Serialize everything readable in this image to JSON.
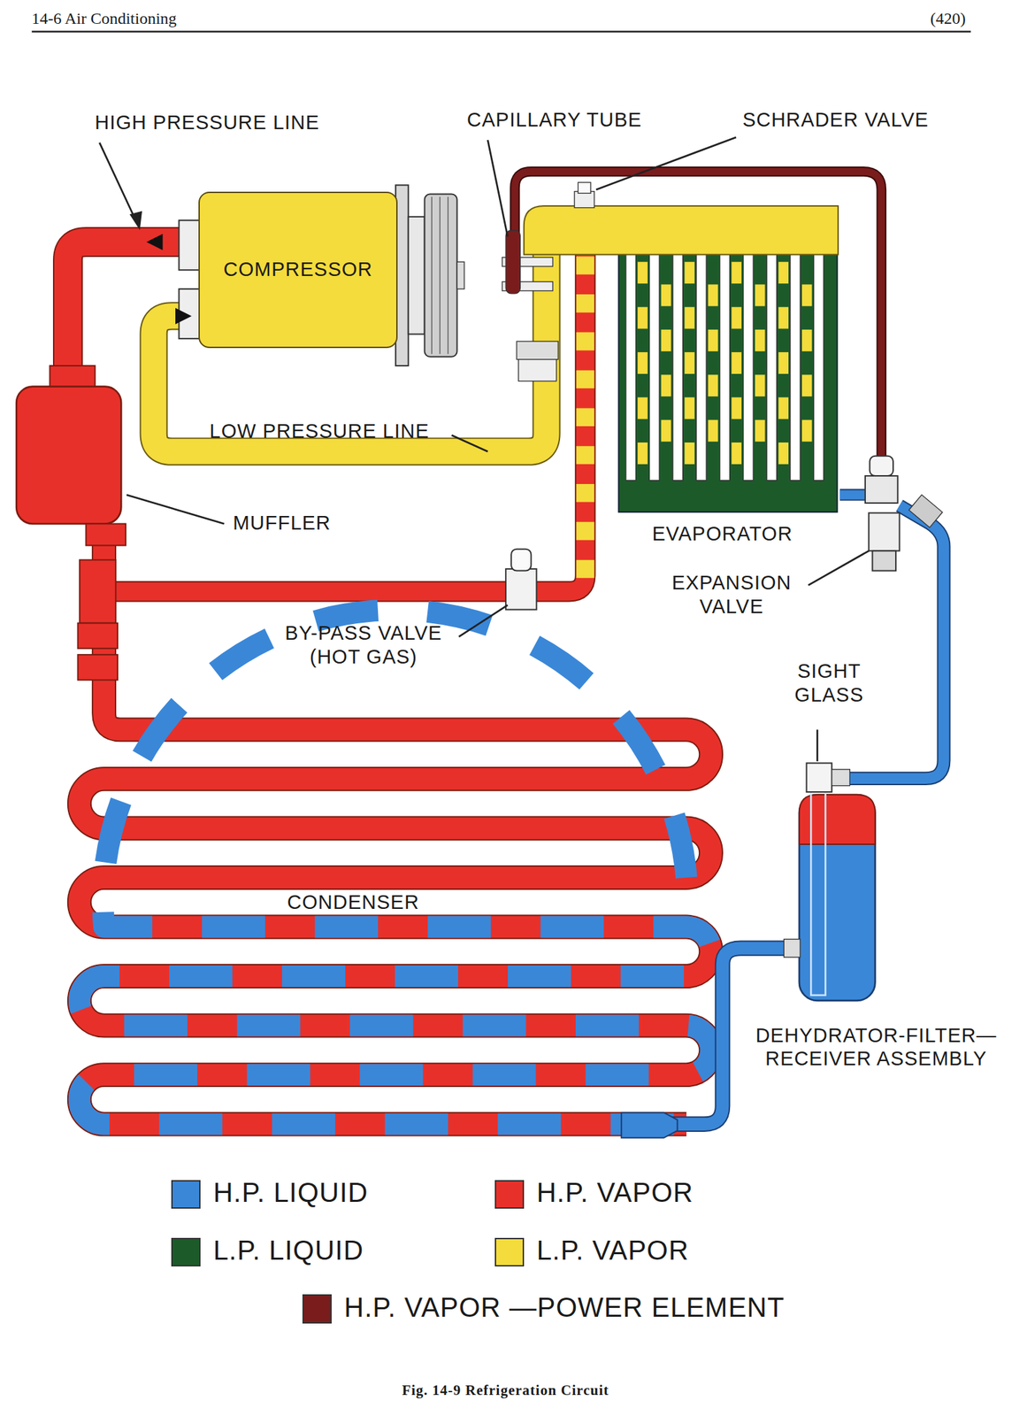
{
  "diagram": {
    "caption": "Fig. 14-9 Refrigeration Circuit",
    "nodes": [
      {
        "text": [
          "COMPRESSOR"
        ]
      }
    ],
    "labels": [
      "14-6 Air Conditioning",
      "(420)",
      "HIGH PRESSURE LINE",
      "CAPILLARY TUBE",
      "SCHRADER VALVE",
      "LOW PRESSURE LINE",
      "MUFFLER",
      "EVAPORATOR",
      "EXPANSION VALVE",
      "BY-PASS VALVE (HOT GAS)",
      "SIGHT GLASS",
      "CONDENSER",
      "DEHYDRATOR-FILTER— RECEIVER ASSEMBLY"
    ],
    "legend": [
      {
        "text": "H.P. LIQUID",
        "color": "#3a87d8"
      },
      {
        "text": "H.P. VAPOR",
        "color": "#e8302a"
      },
      {
        "text": "L.P. LIQUID",
        "color": "#1d5a2a"
      },
      {
        "text": "L.P. VAPOR",
        "color": "#f4dc3c"
      },
      {
        "text": "H.P. VAPOR —POWER ELEMENT",
        "color": "#7a1c1c"
      }
    ]
  }
}
